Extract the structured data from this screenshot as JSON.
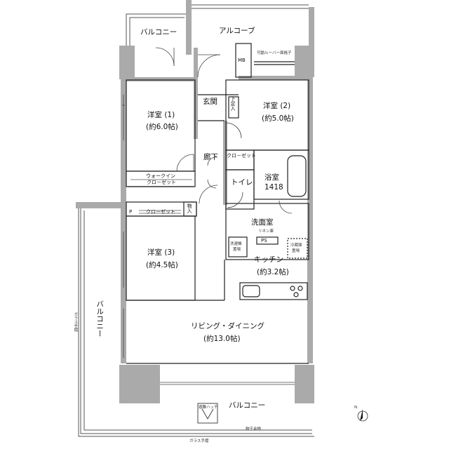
{
  "rooms": {
    "balcony_top": "バルコニー",
    "alcove": "アルコーブ",
    "louver_grille": "可動ルーバー面格子",
    "mb": "MB",
    "entrance": "玄関",
    "shoe_storage": "下足入",
    "western1_name": "洋室 (1)",
    "western1_size": "(約6.0帖)",
    "western2_name": "洋室 (2)",
    "western2_size": "(約5.0帖)",
    "corridor": "廊下",
    "closet_corridor": "クロ－ゼット",
    "walkin_line1": "ウォークイン",
    "walkin_line2": "クロ－ゼット",
    "toilet": "トイレ",
    "bath_name": "浴室",
    "bath_size": "1418",
    "p_mark": "P",
    "closet_w3": "クロ－ゼット",
    "storage": "物入",
    "washroom": "洗面室",
    "linen": "リネン庫",
    "washer_line1": "洗濯機",
    "washer_line2": "置場",
    "ps": "PS",
    "fridge_line1": "冷蔵庫",
    "fridge_line2": "置場",
    "western3_name": "洋室 (3)",
    "western3_size": "(約4.5帖)",
    "kitchen_name": "キッチン",
    "kitchen_size": "(約3.2帖)",
    "balcony_side": "バルコニー",
    "glass_rail_side": "ガラス手摺",
    "ldk_name": "リビング・ダイニング",
    "ldk_size": "(約13.0帖)",
    "hatch": "避難ハッチ",
    "balcony_bottom": "バルコニー",
    "laundry_hanger": "物干金物",
    "glass_rail_bottom": "ガラス手摺",
    "north": "N"
  },
  "colors": {
    "wall": "#aaaaaa",
    "line": "#222222",
    "thin_line": "#555555"
  }
}
